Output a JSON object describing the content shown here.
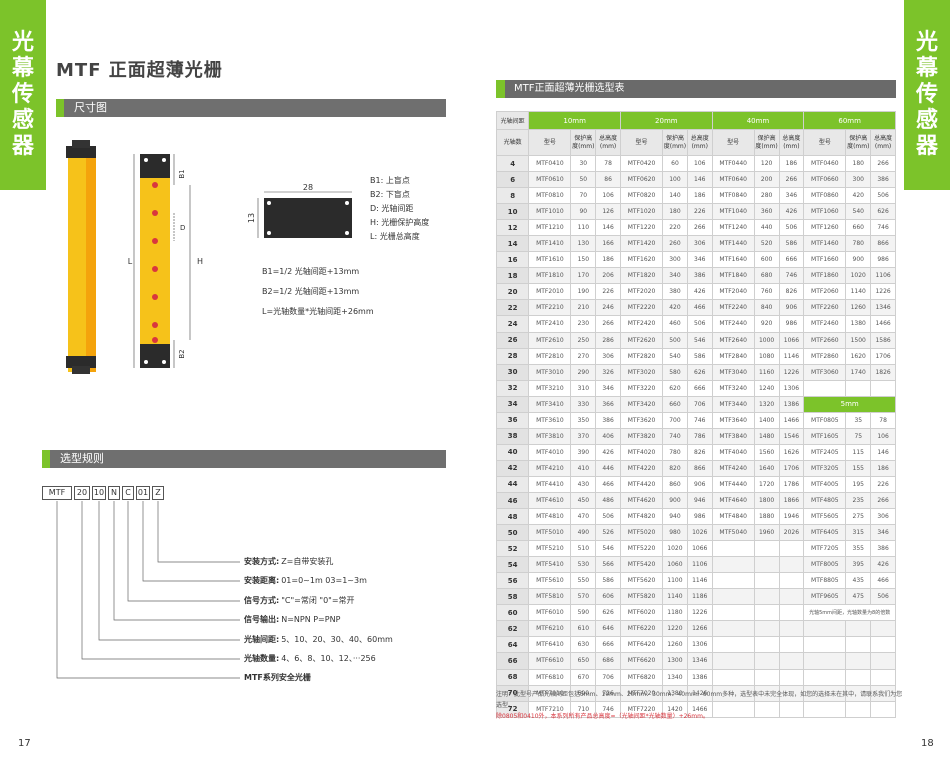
{
  "side_tab": {
    "chars": [
      "光",
      "幕",
      "传",
      "感",
      "器"
    ]
  },
  "left": {
    "title": "MTF 正面超薄光栅",
    "section_dim": "尺寸图",
    "section_rule": "选型规则",
    "page_num": "17",
    "diagram_labels": {
      "l": "L",
      "h": "H",
      "d": "D",
      "b1": "B1",
      "b2": "B2",
      "w": "28",
      "t": "13"
    },
    "legend": [
      "B1: 上盲点",
      "B2: 下盲点",
      "D: 光轴间距",
      "H: 光栅保护高度",
      "L: 光栅总高度"
    ],
    "formulas": [
      "B1=1/2 光轴间距+13mm",
      "B2=1/2 光轴间距+13mm",
      "L=光轴数量*光轴间距+26mm"
    ],
    "code_boxes": [
      "MTF",
      "20",
      "10",
      "N",
      "C",
      "01",
      "Z"
    ],
    "rules": [
      {
        "label": "安装方式:",
        "value": "Z=自带安装孔"
      },
      {
        "label": "安装距离:",
        "value": "01=0~1m 03=1~3m"
      },
      {
        "label": "信号方式:",
        "value": "\"C\"=常闭 \"0\"=常开"
      },
      {
        "label": "信号输出:",
        "value": "N=NPN P=PNP"
      },
      {
        "label": "光轴间距:",
        "value": "5、10、20、30、40、60mm"
      },
      {
        "label": "光轴数量:",
        "value": "4、6、8、10、12、···256"
      },
      {
        "label": "MTF系列安全光栅",
        "value": ""
      }
    ]
  },
  "right": {
    "page_num": "18",
    "table_title": "MTF正面超薄光栅选型表",
    "hdr": {
      "spacing": "光轴间距",
      "count": "光轴数",
      "model": "型号",
      "prot": "保护高度(mm)",
      "total": "总高度(mm)"
    },
    "groups": [
      "10mm",
      "20mm",
      "40mm",
      "60mm"
    ],
    "group5": "5mm",
    "note5": "光轴5mm间距，光轴数量为8的倍数",
    "rows": [
      [
        "4",
        "MTF0410",
        "30",
        "78",
        "MTF0420",
        "60",
        "106",
        "MTF0440",
        "120",
        "186",
        "MTF0460",
        "180",
        "266"
      ],
      [
        "6",
        "MTF0610",
        "50",
        "86",
        "MTF0620",
        "100",
        "146",
        "MTF0640",
        "200",
        "266",
        "MTF0660",
        "300",
        "386"
      ],
      [
        "8",
        "MTF0810",
        "70",
        "106",
        "MTF0820",
        "140",
        "186",
        "MTF0840",
        "280",
        "346",
        "MTF0860",
        "420",
        "506"
      ],
      [
        "10",
        "MTF1010",
        "90",
        "126",
        "MTF1020",
        "180",
        "226",
        "MTF1040",
        "360",
        "426",
        "MTF1060",
        "540",
        "626"
      ],
      [
        "12",
        "MTF1210",
        "110",
        "146",
        "MTF1220",
        "220",
        "266",
        "MTF1240",
        "440",
        "506",
        "MTF1260",
        "660",
        "746"
      ],
      [
        "14",
        "MTF1410",
        "130",
        "166",
        "MTF1420",
        "260",
        "306",
        "MTF1440",
        "520",
        "586",
        "MTF1460",
        "780",
        "866"
      ],
      [
        "16",
        "MTF1610",
        "150",
        "186",
        "MTF1620",
        "300",
        "346",
        "MTF1640",
        "600",
        "666",
        "MTF1660",
        "900",
        "986"
      ],
      [
        "18",
        "MTF1810",
        "170",
        "206",
        "MTF1820",
        "340",
        "386",
        "MTF1840",
        "680",
        "746",
        "MTF1860",
        "1020",
        "1106"
      ],
      [
        "20",
        "MTF2010",
        "190",
        "226",
        "MTF2020",
        "380",
        "426",
        "MTF2040",
        "760",
        "826",
        "MTF2060",
        "1140",
        "1226"
      ],
      [
        "22",
        "MTF2210",
        "210",
        "246",
        "MTF2220",
        "420",
        "466",
        "MTF2240",
        "840",
        "906",
        "MTF2260",
        "1260",
        "1346"
      ],
      [
        "24",
        "MTF2410",
        "230",
        "266",
        "MTF2420",
        "460",
        "506",
        "MTF2440",
        "920",
        "986",
        "MTF2460",
        "1380",
        "1466"
      ],
      [
        "26",
        "MTF2610",
        "250",
        "286",
        "MTF2620",
        "500",
        "546",
        "MTF2640",
        "1000",
        "1066",
        "MTF2660",
        "1500",
        "1586"
      ],
      [
        "28",
        "MTF2810",
        "270",
        "306",
        "MTF2820",
        "540",
        "586",
        "MTF2840",
        "1080",
        "1146",
        "MTF2860",
        "1620",
        "1706"
      ],
      [
        "30",
        "MTF3010",
        "290",
        "326",
        "MTF3020",
        "580",
        "626",
        "MTF3040",
        "1160",
        "1226",
        "MTF3060",
        "1740",
        "1826"
      ],
      [
        "32",
        "MTF3210",
        "310",
        "346",
        "MTF3220",
        "620",
        "666",
        "MTF3240",
        "1240",
        "1306",
        "",
        "",
        ""
      ],
      [
        "34",
        "MTF3410",
        "330",
        "366",
        "MTF3420",
        "660",
        "706",
        "MTF3440",
        "1320",
        "1386",
        "",
        "",
        ""
      ],
      [
        "36",
        "MTF3610",
        "350",
        "386",
        "MTF3620",
        "700",
        "746",
        "MTF3640",
        "1400",
        "1466",
        "MTF0805",
        "35",
        "78"
      ],
      [
        "38",
        "MTF3810",
        "370",
        "406",
        "MTF3820",
        "740",
        "786",
        "MTF3840",
        "1480",
        "1546",
        "MTF1605",
        "75",
        "106"
      ],
      [
        "40",
        "MTF4010",
        "390",
        "426",
        "MTF4020",
        "780",
        "826",
        "MTF4040",
        "1560",
        "1626",
        "MTF2405",
        "115",
        "146"
      ],
      [
        "42",
        "MTF4210",
        "410",
        "446",
        "MTF4220",
        "820",
        "866",
        "MTF4240",
        "1640",
        "1706",
        "MTF3205",
        "155",
        "186"
      ],
      [
        "44",
        "MTF4410",
        "430",
        "466",
        "MTF4420",
        "860",
        "906",
        "MTF4440",
        "1720",
        "1786",
        "MTF4005",
        "195",
        "226"
      ],
      [
        "46",
        "MTF4610",
        "450",
        "486",
        "MTF4620",
        "900",
        "946",
        "MTF4640",
        "1800",
        "1866",
        "MTF4805",
        "235",
        "266"
      ],
      [
        "48",
        "MTF4810",
        "470",
        "506",
        "MTF4820",
        "940",
        "986",
        "MTF4840",
        "1880",
        "1946",
        "MTF5605",
        "275",
        "306"
      ],
      [
        "50",
        "MTF5010",
        "490",
        "526",
        "MTF5020",
        "980",
        "1026",
        "MTF5040",
        "1960",
        "2026",
        "MTF6405",
        "315",
        "346"
      ],
      [
        "52",
        "MTF5210",
        "510",
        "546",
        "MTF5220",
        "1020",
        "1066",
        "",
        "",
        "",
        "MTF7205",
        "355",
        "386"
      ],
      [
        "54",
        "MTF5410",
        "530",
        "566",
        "MTF5420",
        "1060",
        "1106",
        "",
        "",
        "",
        "MTF8005",
        "395",
        "426"
      ],
      [
        "56",
        "MTF5610",
        "550",
        "586",
        "MTF5620",
        "1100",
        "1146",
        "",
        "",
        "",
        "MTF8805",
        "435",
        "466"
      ],
      [
        "58",
        "MTF5810",
        "570",
        "606",
        "MTF5820",
        "1140",
        "1186",
        "",
        "",
        "",
        "MTF9605",
        "475",
        "506"
      ],
      [
        "60",
        "MTF6010",
        "590",
        "626",
        "MTF6020",
        "1180",
        "1226",
        "",
        "",
        "",
        "",
        "",
        ""
      ],
      [
        "62",
        "MTF6210",
        "610",
        "646",
        "MTF6220",
        "1220",
        "1266",
        "",
        "",
        "",
        "",
        "",
        ""
      ],
      [
        "64",
        "MTF6410",
        "630",
        "666",
        "MTF6420",
        "1260",
        "1306",
        "",
        "",
        "",
        "",
        "",
        ""
      ],
      [
        "66",
        "MTF6610",
        "650",
        "686",
        "MTF6620",
        "1300",
        "1346",
        "",
        "",
        "",
        "",
        "",
        ""
      ],
      [
        "68",
        "MTF6810",
        "670",
        "706",
        "MTF6820",
        "1340",
        "1386",
        "",
        "",
        "",
        "",
        "",
        ""
      ],
      [
        "70",
        "MTF7010",
        "690",
        "726",
        "MTF7020",
        "1380",
        "1426",
        "",
        "",
        "",
        "",
        "",
        ""
      ],
      [
        "72",
        "MTF7210",
        "710",
        "746",
        "MTF7220",
        "1420",
        "1466",
        "",
        "",
        "",
        "",
        "",
        ""
      ]
    ],
    "footnote1": "注明：此型号产品光轴间距包括5mm、10mm、20mm、30mm、40mm、60mm多种，选型表中未完全体现，如您的选择未在其中，请联系我们为您选型。",
    "footnote2": "除0805和0410外，本系列所有产品总高度=（光轴间距*光轴数量）+26mm。"
  },
  "colors": {
    "green": "#7cc32a",
    "gray_bar": "#6f6f6f",
    "yellow": "#f6c21a",
    "red": "#d9363e"
  }
}
